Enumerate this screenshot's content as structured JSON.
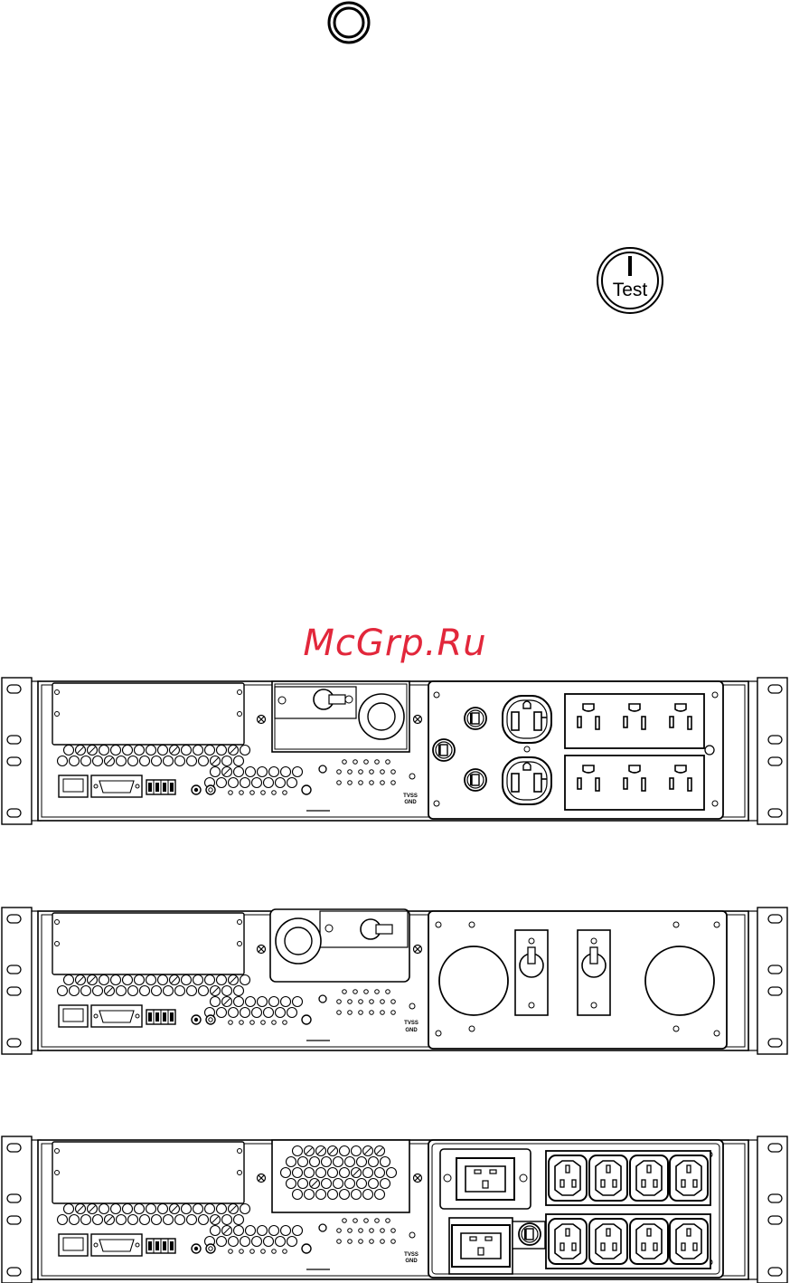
{
  "icons": {
    "power_symbol": "power-off-icon",
    "test_button_icon": "power-test-icon",
    "test_label": "Test"
  },
  "panels": [
    {
      "id": "panel-a",
      "label_tvss": "TVSS",
      "label_gnd": "GND",
      "outlets": "nema-5-15-and-5-20"
    },
    {
      "id": "panel-b",
      "label_tvss": "TVSS",
      "label_gnd": "GND",
      "outlets": "hardwire-knockouts"
    },
    {
      "id": "panel-c",
      "label_tvss": "TVSS",
      "label_gnd": "GND",
      "outlets": "iec-c19-c13"
    }
  ],
  "watermark": "McGrp.Ru"
}
